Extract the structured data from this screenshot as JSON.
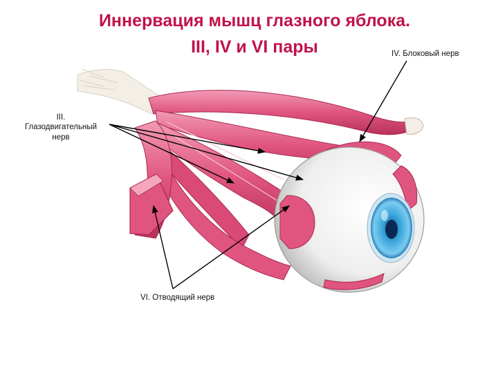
{
  "title": {
    "line1": "Иннервация мышц глазного яблока.",
    "line2": "III, IV и VI пары"
  },
  "labels": {
    "trochlear": "IV. Блоковый нерв",
    "oculomotor_line1": "III.",
    "oculomotor_line2": "Глазодвигательный",
    "oculomotor_line3": "нерв",
    "abducens": "VI. Отводящий нерв"
  },
  "colors": {
    "title": "#c0134a",
    "muscle": "#e0557f",
    "muscle_dark": "#b8325c",
    "muscle_light": "#f4a6bf",
    "tendon": "#f3efe6",
    "iris": "#3aa6dc",
    "pupil": "#0a2a55",
    "arrow": "#000000"
  }
}
